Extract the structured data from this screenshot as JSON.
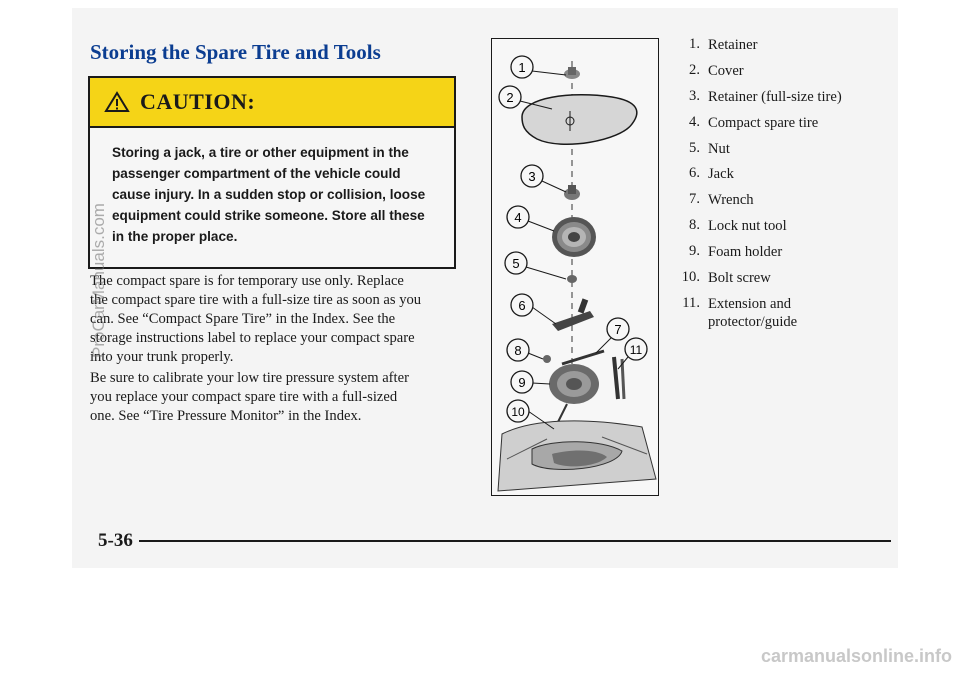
{
  "document": {
    "title": "Storing the Spare Tire and Tools",
    "caution": {
      "label": "CAUTION:",
      "lines": [
        "Storing a jack, a tire or other equipment in the",
        "passenger compartment of the vehicle could",
        "cause injury. In a sudden stop or collision, loose",
        "equipment could strike someone. Store all these",
        "in the proper place."
      ]
    },
    "paragraph1": [
      "The compact spare is for temporary use only. Replace",
      "the compact spare tire with a full-size tire as soon as you",
      "can. See “Compact Spare Tire” in the Index. See the",
      "storage instructions label to replace your compact spare",
      "into your trunk properly."
    ],
    "paragraph2": [
      "Be sure to calibrate your low tire pressure system after",
      "you replace your compact spare tire with a full-sized",
      "one. See “Tire Pressure Monitor” in the Index."
    ],
    "callouts": [
      "1",
      "2",
      "3",
      "4",
      "5",
      "6",
      "7",
      "8",
      "9",
      "10",
      "11"
    ],
    "parts": [
      {
        "num": "1.",
        "label": "Retainer"
      },
      {
        "num": "2.",
        "label": "Cover"
      },
      {
        "num": "3.",
        "label": "Retainer (full-size tire)"
      },
      {
        "num": "4.",
        "label": "Compact spare tire"
      },
      {
        "num": "5.",
        "label": "Nut"
      },
      {
        "num": "6.",
        "label": "Jack"
      },
      {
        "num": "7.",
        "label": "Wrench"
      },
      {
        "num": "8.",
        "label": "Lock nut tool"
      },
      {
        "num": "9.",
        "label": "Foam holder"
      },
      {
        "num": "10.",
        "label": "Bolt screw"
      },
      {
        "num": "11.",
        "label": "Extension and protector/guide"
      }
    ],
    "page_number": "5-36"
  },
  "watermarks": {
    "side": "ProCarManuals.com",
    "bottom": "carmanualsonline.info"
  },
  "colors": {
    "caution_yellow": "#f5d417",
    "title_blue": "#0b3d91"
  }
}
